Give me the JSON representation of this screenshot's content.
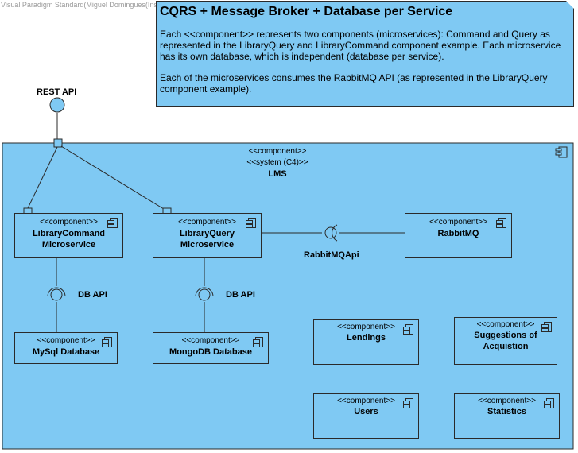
{
  "watermark": "Visual Paradigm Standard(Miguel Domingues(Instituto Superior de Engenharia do Porto))",
  "note": {
    "title": "CQRS + Message Broker + Database per Service",
    "paragraphs": [
      "Each <<component>> represents two components (microservices): Command and Query as represented in the LibraryQuery and LibraryCommand component example. Each microservice has its own database, which is independent (database per service).",
      "Each of the microservices consumes the RabbitMQ API (as represented in the LibraryQuery component example)."
    ]
  },
  "system": {
    "stereotype1": "<<component>>",
    "stereotype2": "<<system (C4)>>",
    "name": "LMS"
  },
  "rest_api_label": "REST API",
  "rabbitmq_api_label": "RabbitMQApi",
  "db_api_label": "DB API",
  "components": {
    "library_command": {
      "stereotype": "<<component>>",
      "line1": "LibraryCommand",
      "line2": "Microservice"
    },
    "library_query": {
      "stereotype": "<<component>>",
      "line1": "LibraryQuery",
      "line2": "Microservice"
    },
    "rabbitmq": {
      "stereotype": "<<component>>",
      "line1": "RabbitMQ"
    },
    "mysql": {
      "stereotype": "<<component>>",
      "line1": "MySql Database"
    },
    "mongodb": {
      "stereotype": "<<component>>",
      "line1": "MongoDB Database"
    },
    "lendings": {
      "stereotype": "<<component>>",
      "line1": "Lendings"
    },
    "suggestions": {
      "stereotype": "<<component>>",
      "line1": "Suggestions of",
      "line2": "Acquistion"
    },
    "users": {
      "stereotype": "<<component>>",
      "line1": "Users"
    },
    "statistics": {
      "stereotype": "<<component>>",
      "line1": "Statistics"
    }
  },
  "colors": {
    "fill": "#7fc9f3",
    "stroke": "#2a2a2a"
  }
}
